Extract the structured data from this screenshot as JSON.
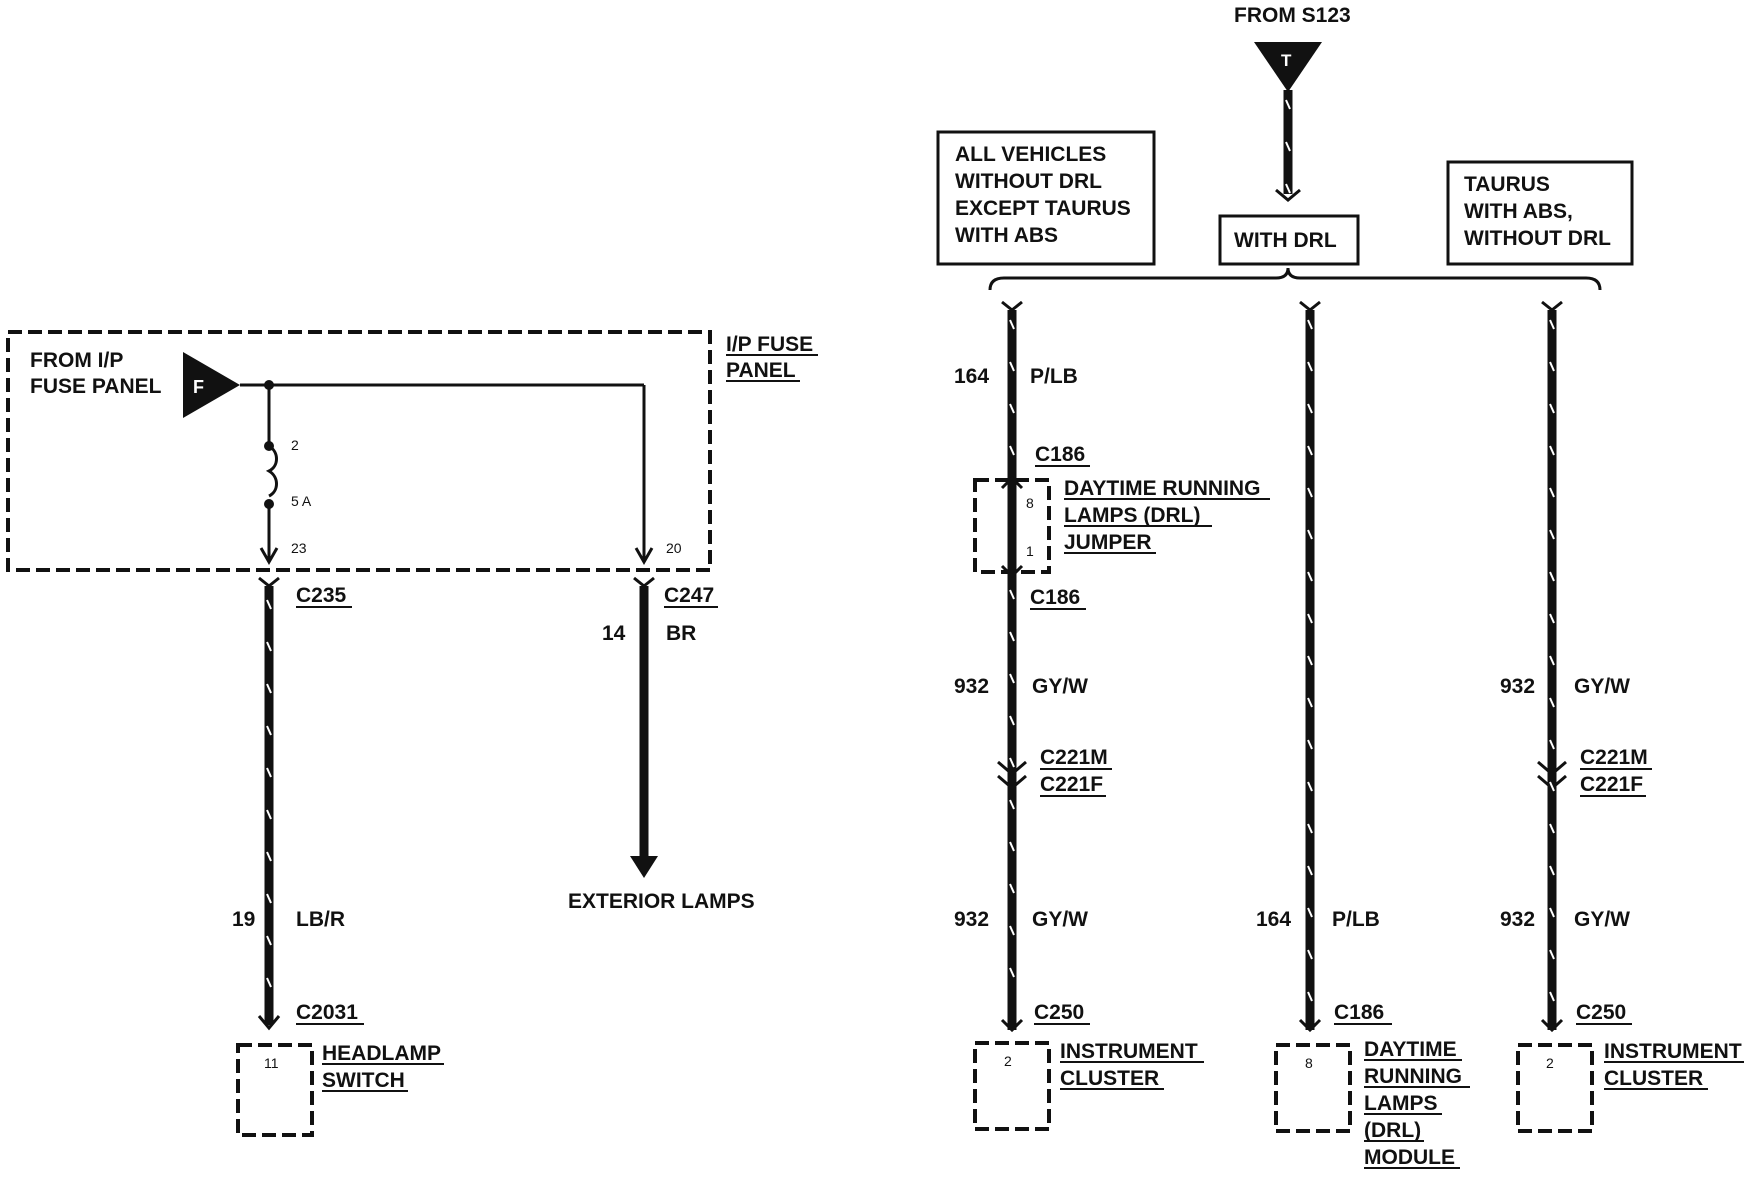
{
  "fuse_panel": {
    "source_label_line1": "FROM I/P",
    "source_label_line2": "FUSE PANEL",
    "source_symbol": "F",
    "panel_label_line1": "I/P FUSE",
    "panel_label_line2": "PANEL",
    "fuse_pin_in": "2",
    "fuse_rating": "5 A",
    "fuse_pin_out": "23",
    "bypass_pin": "20"
  },
  "left_circuits": [
    {
      "connector_top": "C235",
      "circuit": "19",
      "color": "LB/R",
      "connector_bottom": "C2031",
      "pin": "11",
      "component_line1": "HEADLAMP",
      "component_line2": "SWITCH"
    },
    {
      "connector_top": "C247",
      "circuit": "14",
      "color": "BR",
      "destination": "EXTERIOR LAMPS"
    }
  ],
  "splice": {
    "label": "FROM S123",
    "symbol": "T"
  },
  "variants": {
    "a_line1": "ALL VEHICLES",
    "a_line2": "WITHOUT DRL",
    "a_line3": "EXCEPT TAURUS",
    "a_line4": "WITH ABS",
    "b_line1": "WITH DRL",
    "c_line1": "TAURUS",
    "c_line2": "WITH ABS,",
    "c_line3": "WITHOUT DRL"
  },
  "branch_a": {
    "circuit_1": "164",
    "color_1": "P/LB",
    "jumper_conn_top": "C186",
    "jumper_pin_top": "8",
    "jumper_pin_bottom": "1",
    "jumper_line1": "DAYTIME RUNNING",
    "jumper_line2": "LAMPS (DRL)",
    "jumper_line3": "JUMPER",
    "jumper_conn_bottom": "C186",
    "circuit_2": "932",
    "color_2": "GY/W",
    "inline_m": "C221M",
    "inline_f": "C221F",
    "circuit_3": "932",
    "color_3": "GY/W",
    "conn_end": "C250",
    "pin": "2",
    "comp_line1": "INSTRUMENT",
    "comp_line2": "CLUSTER"
  },
  "branch_b": {
    "circuit": "164",
    "color": "P/LB",
    "conn_end": "C186",
    "pin": "8",
    "comp_line1": "DAYTIME",
    "comp_line2": "RUNNING",
    "comp_line3": "LAMPS",
    "comp_line4": "(DRL)",
    "comp_line5": "MODULE"
  },
  "branch_c": {
    "circuit_1": "932",
    "color_1": "GY/W",
    "inline_m": "C221M",
    "inline_f": "C221F",
    "circuit_2": "932",
    "color_2": "GY/W",
    "conn_end": "C250",
    "pin": "2",
    "comp_line1": "INSTRUMENT",
    "comp_line2": "CLUSTER"
  }
}
